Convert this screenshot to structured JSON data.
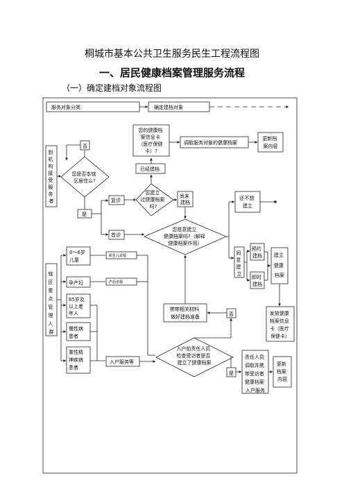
{
  "title": "桐城市基本公共卫生服务民生工程流程图",
  "section": "一、居民健康档案管理服务流程",
  "subsection": "（一）确定建档对象流程图",
  "nodes": {
    "service_class": "服务对象分类",
    "determine": "确定建档对象",
    "visit_side": [
      "到",
      "机",
      "构",
      "接",
      "受",
      "服",
      "务",
      "者"
    ],
    "resident_q": [
      "您是否本辖",
      "区居住么?"
    ],
    "no_top": "否",
    "yes_left": "是",
    "revisit": "复诊",
    "first_visit": "首诊",
    "card_q": [
      "您的健康档",
      "案信息卡",
      "（医疗保健",
      "卡）?"
    ],
    "has_record": "已经建档",
    "retrieve": "调取服务对象的健康档案",
    "update_top": [
      "更新档",
      "案内容"
    ],
    "built_q": [
      "您建立",
      "过健康档案",
      "吗?"
    ],
    "not_built": [
      "尚未",
      "建档"
    ],
    "willing_q": [
      "您愿意建立",
      "健康档案吗?（解释",
      "健康档案作用）"
    ],
    "unwilling": [
      "还不想",
      "建立"
    ],
    "agree": [
      "同",
      "意",
      "建",
      "立"
    ],
    "appoint": [
      "预约",
      "建档"
    ],
    "instant": [
      "即时",
      "建档"
    ],
    "build": [
      "建立",
      "健康",
      "档案"
    ],
    "issue_card": [
      "发放健康",
      "档案信息",
      "卡（医疗",
      "保健卡）"
    ],
    "carry": [
      "携带相关材料",
      "做好建档准备"
    ],
    "no_mid": "否",
    "key_side": [
      "辖",
      "区",
      "重",
      "点",
      "管",
      "理",
      "人",
      "群"
    ],
    "kid": [
      "0～6岁",
      "儿童"
    ],
    "pregnant": "孕产妇",
    "elderly": [
      "65岁及",
      "以上老",
      "年人"
    ],
    "chronic": [
      "慢性病",
      "患者"
    ],
    "mental": [
      "重性精",
      "神疾病",
      "患者"
    ],
    "newborn": "新生儿访视",
    "postpartum": "产后访视",
    "home_service": "入户服务等",
    "home_q": [
      "入户前责任人员",
      "检查受访者是否",
      "建立了健康档案"
    ],
    "yes_bottom": "是",
    "responsible": [
      "责任人员",
      "调取并携",
      "带受访者",
      "健康档案",
      "入户服务"
    ],
    "update_bottom": [
      "更新",
      "档案",
      "内容"
    ]
  }
}
